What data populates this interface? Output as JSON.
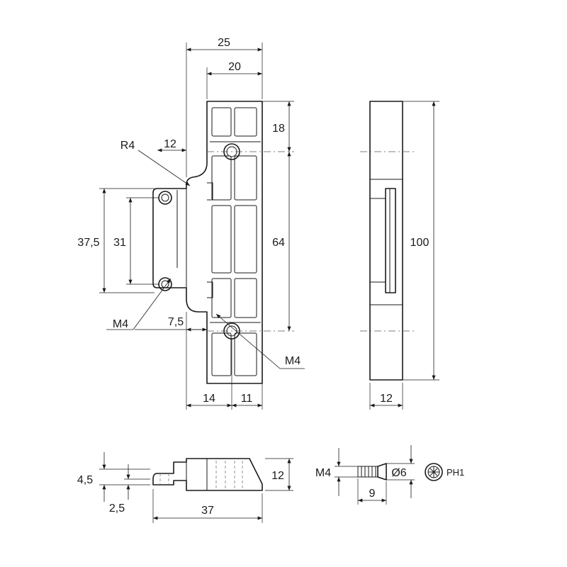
{
  "dimensions": {
    "overall_width": "25",
    "body_width": "20",
    "tab_offset": "12",
    "radius": "R4",
    "top_hole_offset": "18",
    "hole_spacing": "64",
    "overall_height": "100",
    "tab_height": "37,5",
    "tab_hole_spacing": "31",
    "tab_thread_left": "M4",
    "tab_edge": "7,5",
    "thread_right": "M4",
    "bottom_left": "14",
    "bottom_right": "11",
    "side_depth": "12",
    "bottom_depth_right": "12",
    "bottom_step": "4,5",
    "bottom_plate": "2,5",
    "bottom_length": "37",
    "screw_thread": "M4",
    "screw_head_diameter": "Ø6",
    "screw_length": "9",
    "screw_drive": "PH1"
  }
}
